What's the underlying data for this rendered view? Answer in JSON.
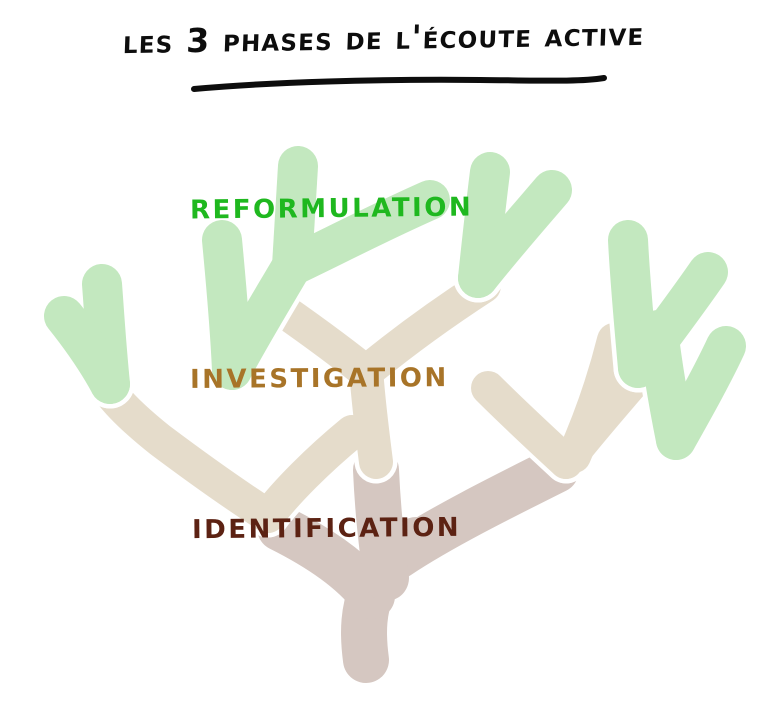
{
  "header": {
    "title": "Les 3 Phases de l'Écoute Active",
    "underline": "hand-drawn-underline"
  },
  "colors": {
    "background": "#ffffff",
    "title_text": "#0d0d0d",
    "trunk": "#d5c7c1",
    "mid_branch": "#e5dccb",
    "top_branch": "#c3e8bf",
    "phase_top_text": "#1fb81f",
    "phase_mid_text": "#a87428",
    "phase_base_text": "#5c2213",
    "branch_gap": "#ffffff"
  },
  "phases": [
    {
      "index": 1,
      "label": "Reformulation",
      "tier": "top",
      "color": "#1fb81f",
      "branch_color": "#c3e8bf"
    },
    {
      "index": 2,
      "label": "Investigation",
      "tier": "middle",
      "color": "#a87428",
      "branch_color": "#e5dccb"
    },
    {
      "index": 3,
      "label": "Identification",
      "tier": "base",
      "color": "#5c2213",
      "branch_color": "#d5c7c1"
    }
  ],
  "tree": {
    "trunk": {
      "color": "#d5c7c1",
      "width": 46,
      "paths": [
        "M 366 660 C 362 630, 364 610, 372 588 C 380 566, 396 552, 416 540",
        "M 372 596 C 352 570, 320 548, 280 528",
        "M 398 556 C 440 528, 500 498, 556 470",
        "M 386 578 C 382 545, 378 515, 376 470"
      ]
    },
    "mid_branches": {
      "color": "#e5dccb",
      "width": 34,
      "paths": [
        "M 268 516 C 240 498, 200 470, 160 440 C 140 424, 122 408, 110 392",
        "M 268 516 C 286 492, 318 460, 352 432",
        "M 376 462 C 372 430, 368 400, 366 368",
        "M 366 372 C 336 348, 300 322, 268 300",
        "M 366 372 C 400 344, 444 312, 484 286",
        "M 566 462 C 586 436, 612 406, 638 376",
        "M 566 462 C 540 438, 512 412, 488 388",
        "M 574 456 C 590 420, 604 380, 614 340"
      ]
    },
    "top_branches": {
      "color": "#c3e8bf",
      "width": 40,
      "paths": [
        "M 110 384 C 106 344, 104 310, 102 284",
        "M 110 384 C 96 358, 80 336, 64 316",
        "M 232 370 C 230 326, 226 282, 222 240",
        "M 232 370 C 250 336, 272 300, 292 266",
        "M 292 266 C 294 228, 296 196, 298 166",
        "M 292 266 C 330 248, 380 222, 430 200",
        "M 478 278 C 482 240, 486 204, 490 172",
        "M 478 278 C 500 250, 528 218, 552 190",
        "M 638 368 C 634 324, 630 280, 628 240",
        "M 638 368 C 660 338, 686 304, 708 272",
        "M 676 440 C 668 400, 662 364, 658 330",
        "M 676 440 C 694 408, 712 376, 726 346"
      ]
    }
  }
}
